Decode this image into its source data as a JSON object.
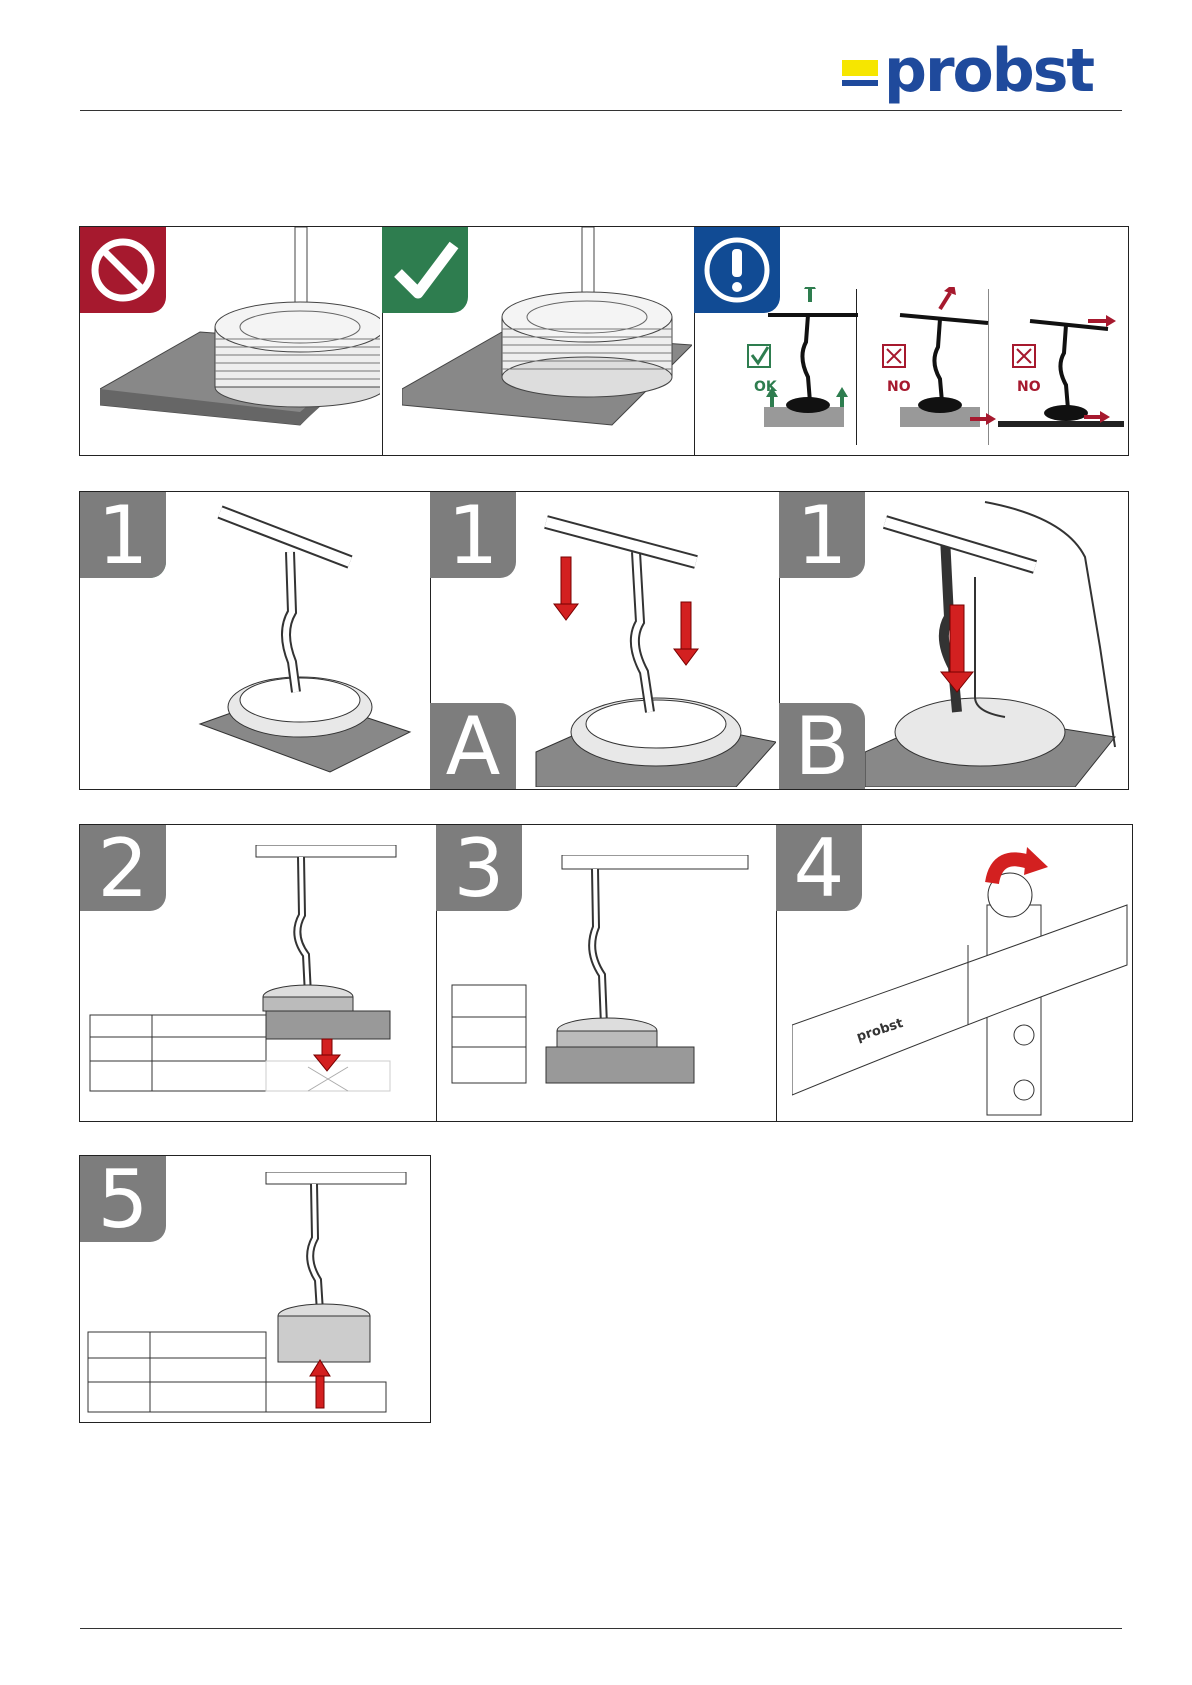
{
  "header": {
    "brand": "probst",
    "colors": {
      "brand_blue": "#1f4a9c",
      "brand_yellow": "#f6e600"
    }
  },
  "warning_row": {
    "icons": [
      "prohibited-icon",
      "check-icon",
      "exclamation-icon"
    ],
    "labels": {
      "ok": "OK",
      "no_1": "NO",
      "no_2": "NO"
    },
    "colors": {
      "red": "#a6192e",
      "green": "#2e7d4f",
      "blue": "#114b94"
    }
  },
  "steps": {
    "info_icon": "info-icon",
    "step1a": {
      "number": "1",
      "letter": "A"
    },
    "step1b": {
      "number": "1",
      "letter": "B"
    },
    "step2": {
      "number": "2"
    },
    "step3": {
      "number": "3"
    },
    "step4": {
      "number": "4"
    },
    "step5": {
      "number": "5"
    },
    "clamp_brand": "probst"
  }
}
